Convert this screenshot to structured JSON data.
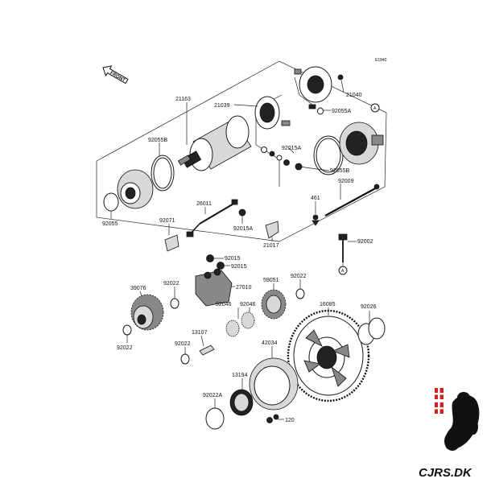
{
  "diagram_code": "E1840",
  "front_label": "FRONT",
  "logo": {
    "text": "CJRS.DK",
    "accent": "#d32020"
  },
  "ref_markers": [
    "A",
    "A"
  ],
  "parts": [
    "21163",
    "21039",
    "21040",
    "92055A",
    "92055B",
    "92015A",
    "92055B",
    "92009",
    "461",
    "92055",
    "26011",
    "92071",
    "92015A",
    "21017",
    "92002",
    "92015",
    "92015",
    "27010",
    "39076",
    "92022",
    "59051",
    "92022",
    "16085",
    "92026",
    "92046",
    "92046",
    "92022",
    "13107",
    "42034",
    "92022",
    "13194",
    "92022A",
    "120"
  ]
}
